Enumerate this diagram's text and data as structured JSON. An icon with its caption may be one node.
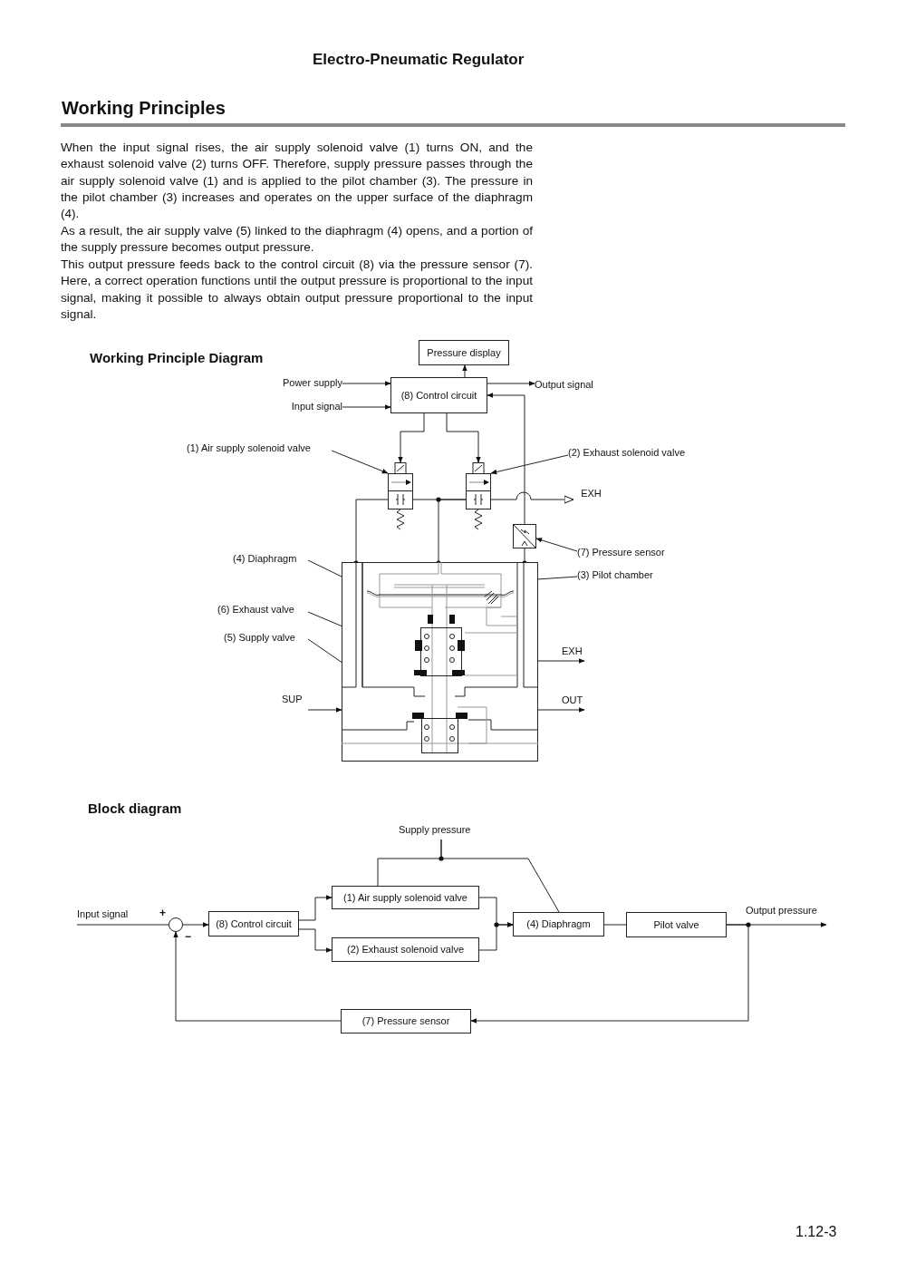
{
  "diagram": {
    "title": "Working Principles",
    "nodes": [
      {
        "text": [
          "Pressure display"
        ]
      },
      {
        "text": [
          "Power supply"
        ]
      },
      {
        "text": [
          "Input signal"
        ]
      },
      {
        "text": [
          "(8) Control circuit"
        ]
      },
      {
        "text": [
          "Output signal"
        ]
      },
      {
        "text": [
          "(1) Air supply solenoid valve"
        ]
      },
      {
        "text": [],
        "shape": "box"
      },
      {
        "text": [
          "(2) Exhaust solenoid valve"
        ]
      },
      {
        "text": [],
        "shape": "box"
      },
      {
        "text": [
          "EXH"
        ]
      },
      {
        "text": [],
        "shape": "box"
      },
      {
        "text": [
          "(7) Pressure sensor"
        ]
      },
      {
        "text": [
          "(4) Diaphragm"
        ]
      },
      {
        "text": [
          "(3) Pilot chamber"
        ]
      },
      {
        "text": [
          "(6) Exhaust valve"
        ]
      },
      {
        "text": [
          "(5) Supply valve"
        ]
      },
      {
        "text": [],
        "shape": "picture"
      },
      {
        "text": [
          "EXH"
        ]
      },
      {
        "text": [
          "SUP"
        ]
      },
      {
        "text": [
          "OUT"
        ]
      },
      {
        "text": [
          "Supply pressure"
        ]
      },
      {
        "text": [
          "Input signal"
        ]
      },
      {
        "text": [],
        "shape": "circle",
        "beside": [
          "+",
          "−"
        ]
      },
      {
        "text": [
          "(8) Control circuit"
        ]
      },
      {
        "text": [
          "(1) Air supply solenoid valve"
        ]
      },
      {
        "text": [
          "(2) Exhaust solenoid valve"
        ]
      },
      {
        "text": [
          "(4) Diaphragm"
        ]
      },
      {
        "text": [
          "Pilot valve"
        ]
      },
      {
        "text": [
          "Output pressure"
        ]
      },
      {
        "text": [
          "(7) Pressure sensor"
        ]
      }
    ],
    "edges": [
      {
        "from": 3,
        "to": 0,
        "arrow": "to"
      },
      {
        "from": 1,
        "to": 3,
        "arrow": "to"
      },
      {
        "from": 2,
        "to": 3,
        "arrow": "to"
      },
      {
        "from": 3,
        "to": 4,
        "arrow": "to"
      },
      {
        "from": 3,
        "to": 6,
        "arrow": "to"
      },
      {
        "from": 3,
        "to": 8,
        "arrow": "to"
      },
      {
        "from": 5,
        "to": 6,
        "arrow": "to"
      },
      {
        "from": 7,
        "to": 8,
        "arrow": "to"
      },
      {
        "from": 6,
        "to": 8,
        "arrow": "none"
      },
      {
        "from": 6,
        "to": 16,
        "arrow": "none"
      },
      {
        "from": 8,
        "to": 16,
        "arrow": "none"
      },
      {
        "from": 8,
        "to": 9,
        "arrow": "to"
      },
      {
        "from": 10,
        "to": 3,
        "arrow": "to"
      },
      {
        "from": 10,
        "to": 16,
        "arrow": "none"
      },
      {
        "from": 11,
        "to": 10,
        "arrow": "to"
      },
      {
        "from": 12,
        "to": 16,
        "arrow": "none"
      },
      {
        "from": 13,
        "to": 16,
        "arrow": "none"
      },
      {
        "from": 14,
        "to": 16,
        "arrow": "none"
      },
      {
        "from": 15,
        "to": 16,
        "arrow": "none"
      },
      {
        "from": 18,
        "to": 16,
        "arrow": "to"
      },
      {
        "from": 16,
        "to": 17,
        "arrow": "to"
      },
      {
        "from": 16,
        "to": 19,
        "arrow": "to"
      },
      {
        "from": 21,
        "to": 22,
        "arrow": "none"
      },
      {
        "from": 22,
        "to": 23,
        "arrow": "to"
      },
      {
        "from": 23,
        "to": 24,
        "arrow": "to"
      },
      {
        "from": 23,
        "to": 25,
        "arrow": "to"
      },
      {
        "from": 24,
        "to": 26,
        "arrow": "to"
      },
      {
        "from": 25,
        "to": 26,
        "arrow": "to"
      },
      {
        "from": 20,
        "to": 24,
        "arrow": "none"
      },
      {
        "from": 20,
        "to": 26,
        "arrow": "none"
      },
      {
        "from": 26,
        "to": 27,
        "arrow": "none"
      },
      {
        "from": 27,
        "to": 28,
        "arrow": "to"
      },
      {
        "from": 27,
        "to": 29,
        "arrow": "to"
      },
      {
        "from": 29,
        "to": 22,
        "arrow": "to"
      }
    ],
    "labels": [
      "Electro-Pneumatic Regulator",
      "When the input signal rises, the air supply solenoid valve (1) turns ON, and the exhaust solenoid valve (2) turns OFF. Therefore, supply pressure passes through the air supply solenoid valve (1) and is applied to the pilot chamber (3). The pressure in the pilot chamber (3) increases and operates on the upper surface of the diaphragm (4).",
      "As a result, the air supply valve (5) linked to the diaphragm (4) opens, and a portion of the supply pressure becomes output pressure.",
      "This output pressure feeds back to the control circuit (8) via the pressure sensor (7). Here, a correct operation functions until the output pressure is proportional to the input signal, making it possible to always obtain output pressure proportional to the input signal.",
      "Working Principle Diagram",
      "Block diagram",
      "1.12-3"
    ]
  }
}
